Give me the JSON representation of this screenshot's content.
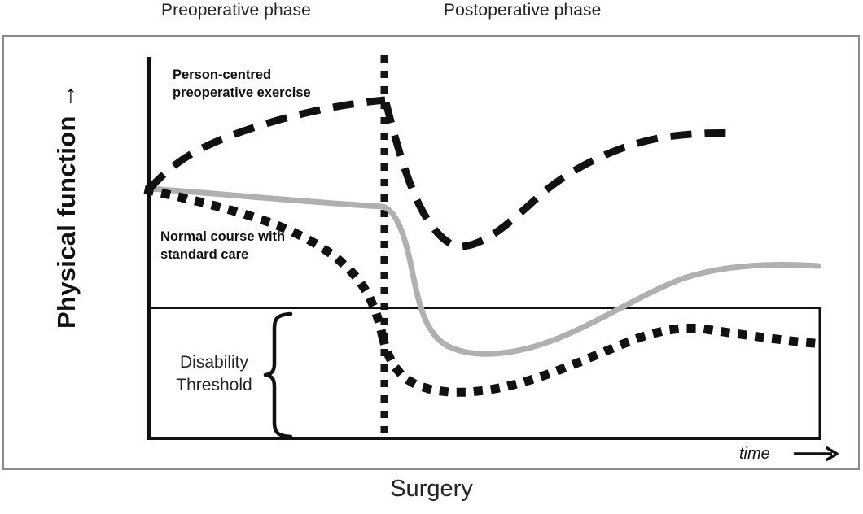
{
  "figure": {
    "phases": {
      "preoperative": "Preoperative phase",
      "postoperative": "Postoperative phase"
    },
    "y_axis_label": "Physical function  →",
    "x_axis_label": "Surgery",
    "time_label": "time  →",
    "annotations": {
      "exercise_curve": "Person-centred\npreoperative exercise",
      "exercise_curve_line1": "Person-centred",
      "exercise_curve_line2": "preoperative exercise",
      "normal_curve_line1": "Normal course with",
      "normal_curve_line2": "standard care",
      "threshold_line1": "Disability",
      "threshold_line2": "Threshold"
    },
    "colors": {
      "ink": "#111111",
      "frame": "#8a8a8a",
      "axis": "#111111",
      "gray_curve": "#b0b0b0",
      "background": "#ffffff"
    }
  },
  "chart_data": {
    "type": "line",
    "title": "",
    "xlabel": "Surgery",
    "ylabel": "Physical function",
    "grid": false,
    "legend_position": "inline-annotations",
    "x_axis": {
      "label": "time",
      "ticks": [],
      "phases": [
        {
          "name": "Preoperative phase",
          "from": 0,
          "to": 50
        },
        {
          "name": "Postoperative phase",
          "from": 50,
          "to": 100
        }
      ],
      "event_marker": {
        "name": "Surgery",
        "x": 50,
        "style": "dotted-vertical"
      }
    },
    "y_axis": {
      "label": "Physical function",
      "direction": "increasing-upward",
      "ticks": [],
      "reference_lines": [
        {
          "name": "Disability Threshold",
          "value": 36,
          "style": "solid-thin"
        }
      ]
    },
    "series": [
      {
        "name": "Person-centred preoperative exercise",
        "style": "dashed",
        "color": "#111111",
        "points": [
          {
            "x": 0,
            "y": 72
          },
          {
            "x": 4,
            "y": 78
          },
          {
            "x": 9,
            "y": 84
          },
          {
            "x": 16,
            "y": 88
          },
          {
            "x": 25,
            "y": 91
          },
          {
            "x": 36,
            "y": 93
          },
          {
            "x": 46,
            "y": 94
          },
          {
            "x": 50,
            "y": 94
          },
          {
            "x": 52,
            "y": 83
          },
          {
            "x": 55,
            "y": 70
          },
          {
            "x": 59,
            "y": 60
          },
          {
            "x": 64,
            "y": 55
          },
          {
            "x": 68,
            "y": 57
          },
          {
            "x": 73,
            "y": 63
          },
          {
            "x": 79,
            "y": 71
          },
          {
            "x": 85,
            "y": 78
          },
          {
            "x": 91,
            "y": 82
          },
          {
            "x": 97,
            "y": 84
          }
        ]
      },
      {
        "name": "Normal course with standard care (pre-op flat, gray)",
        "style": "solid",
        "color": "#b0b0b0",
        "points": [
          {
            "x": 0,
            "y": 72
          },
          {
            "x": 15,
            "y": 71
          },
          {
            "x": 30,
            "y": 70
          },
          {
            "x": 45,
            "y": 69
          },
          {
            "x": 50,
            "y": 69
          },
          {
            "x": 52,
            "y": 60
          },
          {
            "x": 54,
            "y": 48
          },
          {
            "x": 57,
            "y": 39
          },
          {
            "x": 62,
            "y": 33
          },
          {
            "x": 66,
            "y": 31
          },
          {
            "x": 71,
            "y": 32
          },
          {
            "x": 76,
            "y": 36
          },
          {
            "x": 81,
            "y": 41
          },
          {
            "x": 86,
            "y": 45
          },
          {
            "x": 92,
            "y": 48
          },
          {
            "x": 100,
            "y": 50
          }
        ]
      },
      {
        "name": "Normal course with standard care (dotted)",
        "style": "dotted",
        "color": "#111111",
        "points": [
          {
            "x": 0,
            "y": 72
          },
          {
            "x": 10,
            "y": 69
          },
          {
            "x": 20,
            "y": 65
          },
          {
            "x": 30,
            "y": 60
          },
          {
            "x": 38,
            "y": 54
          },
          {
            "x": 44,
            "y": 46
          },
          {
            "x": 48,
            "y": 38
          },
          {
            "x": 50,
            "y": 32
          },
          {
            "x": 53,
            "y": 26
          },
          {
            "x": 57,
            "y": 21
          },
          {
            "x": 62,
            "y": 19
          },
          {
            "x": 68,
            "y": 20
          },
          {
            "x": 74,
            "y": 23
          },
          {
            "x": 80,
            "y": 26
          },
          {
            "x": 86,
            "y": 28
          },
          {
            "x": 92,
            "y": 27
          },
          {
            "x": 100,
            "y": 25
          }
        ]
      }
    ]
  }
}
